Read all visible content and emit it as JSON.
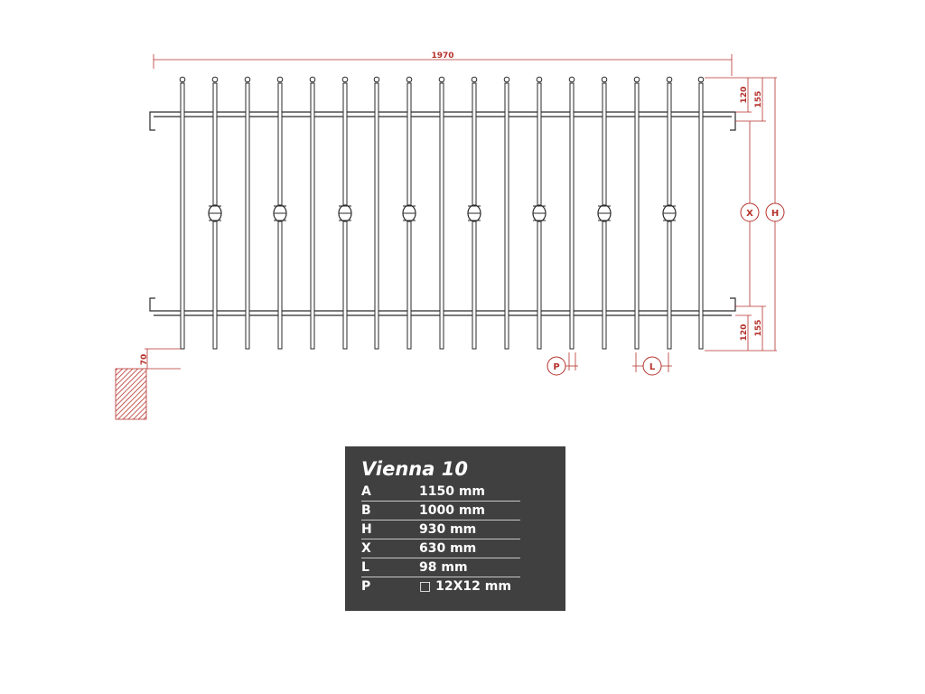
{
  "drawing": {
    "dimensions": {
      "width_total": "1970",
      "top_upper": "120",
      "top_lower": "155",
      "bottom_upper": "120",
      "bottom_lower": "155",
      "ground_offset": "70"
    },
    "markers": {
      "x": "X",
      "h": "H",
      "p": "P",
      "l": "L"
    },
    "colors": {
      "dimension": "#b5322c",
      "bars": "#2a2a2a",
      "table_bg": "#404040"
    }
  },
  "spec": {
    "title": "Vienna 10",
    "rows": [
      {
        "key": "A",
        "value": "1150 mm"
      },
      {
        "key": "B",
        "value": "1000 mm"
      },
      {
        "key": "H",
        "value": "930 mm"
      },
      {
        "key": "X",
        "value": "630 mm"
      },
      {
        "key": "L",
        "value": "98 mm"
      },
      {
        "key": "P",
        "value": "□ 12X12 mm"
      }
    ]
  }
}
